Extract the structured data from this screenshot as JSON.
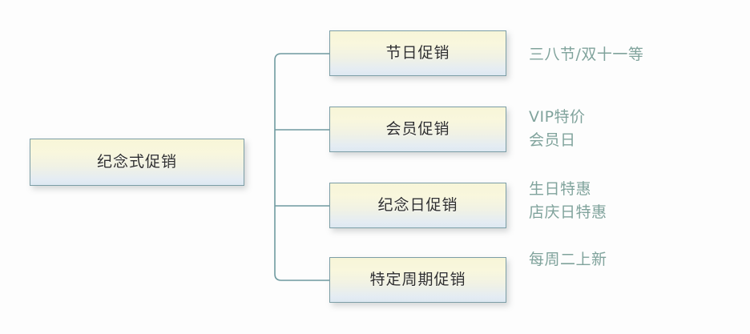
{
  "diagram": {
    "type": "tree-branch-diagram",
    "root": {
      "label": "纪念式促销"
    },
    "branches": [
      {
        "label": "节日促销",
        "examples": [
          "三八节/双十一等"
        ]
      },
      {
        "label": "会员促销",
        "examples": [
          "VIP特价",
          "会员日"
        ]
      },
      {
        "label": "纪念日促销",
        "examples": [
          "生日特惠",
          "店庆日特惠"
        ]
      },
      {
        "label": "特定周期促销",
        "examples": [
          "每周二上新"
        ]
      }
    ],
    "colors": {
      "box_border": "#7c9ea6",
      "box_fill_top": "#f7f5d8",
      "box_fill_bottom": "#dde8f2",
      "connector": "#6f9aa0",
      "label_text": "#2f2f2f",
      "annotation_text": "#80a39c",
      "background": "#fdfdfd"
    }
  }
}
